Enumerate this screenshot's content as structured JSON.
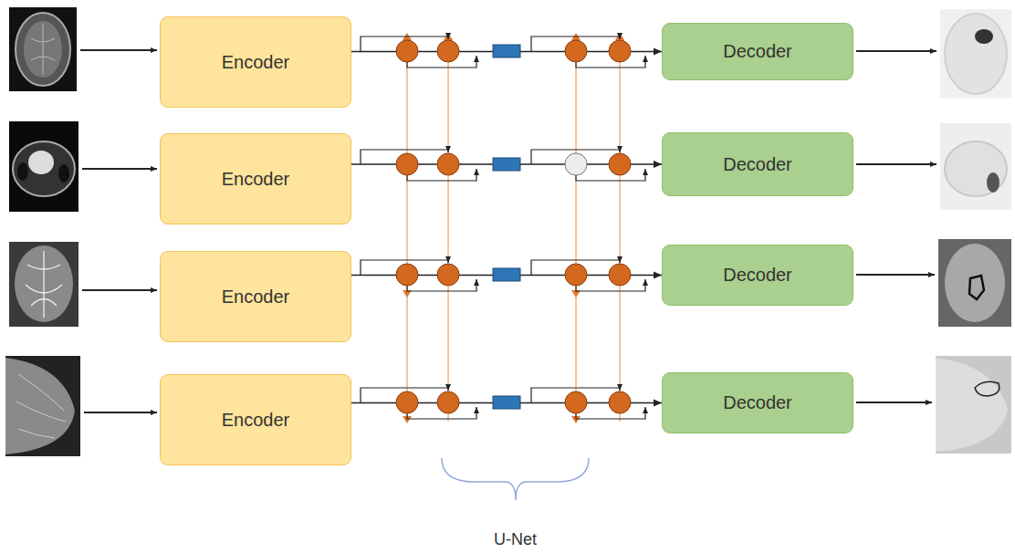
{
  "diagram": {
    "nodes": [
      {
        "text": [
          "Encoder"
        ]
      },
      {
        "text": [
          "Decoder"
        ]
      },
      {
        "text": [
          "Encoder"
        ]
      },
      {
        "text": [
          "Decoder"
        ]
      },
      {
        "text": [
          "Encoder"
        ]
      },
      {
        "text": [
          "Decoder"
        ]
      },
      {
        "text": [
          "Encoder"
        ]
      },
      {
        "text": [
          "Decoder"
        ]
      }
    ],
    "edges": [
      {
        "from": 0,
        "to": 1,
        "arrow": "to"
      },
      {
        "from": 2,
        "to": 3,
        "arrow": "to"
      },
      {
        "from": 4,
        "to": 5,
        "arrow": "to"
      },
      {
        "from": 6,
        "to": 7,
        "arrow": "to"
      }
    ],
    "labels": [
      "U-Net"
    ]
  }
}
